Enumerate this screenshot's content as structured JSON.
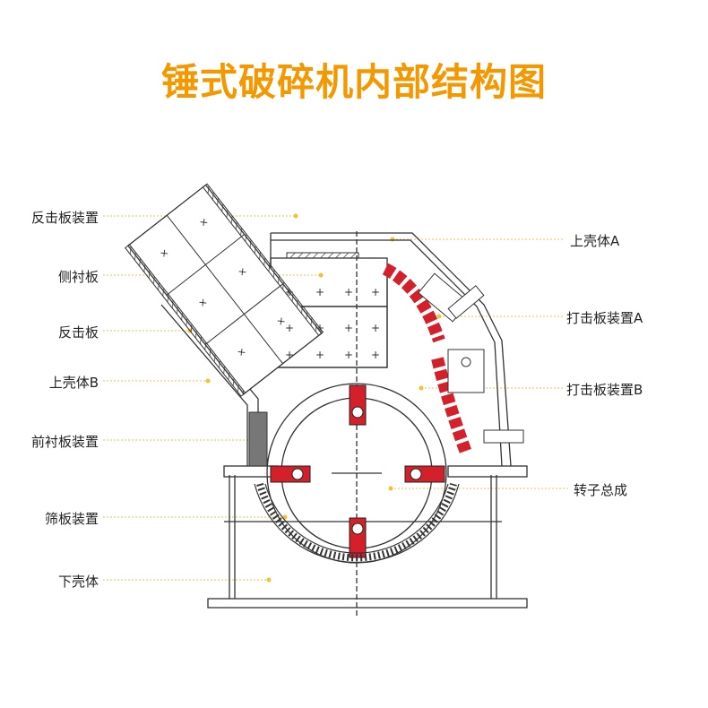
{
  "title": "锤式破碎机内部结构图",
  "colors": {
    "title": "#f39800",
    "hammer": "#d3202a",
    "line": "#333333",
    "leader": "#e8c25a",
    "dot": "#f2c230"
  },
  "labels": {
    "left": [
      "反击板装置",
      "侧衬板",
      "反击板",
      "上壳体B",
      "前衬板装置",
      "筛板装置",
      "下壳体"
    ],
    "right": [
      "上壳体A",
      "打击板装置A",
      "打击板装置B",
      "转子总成"
    ]
  }
}
